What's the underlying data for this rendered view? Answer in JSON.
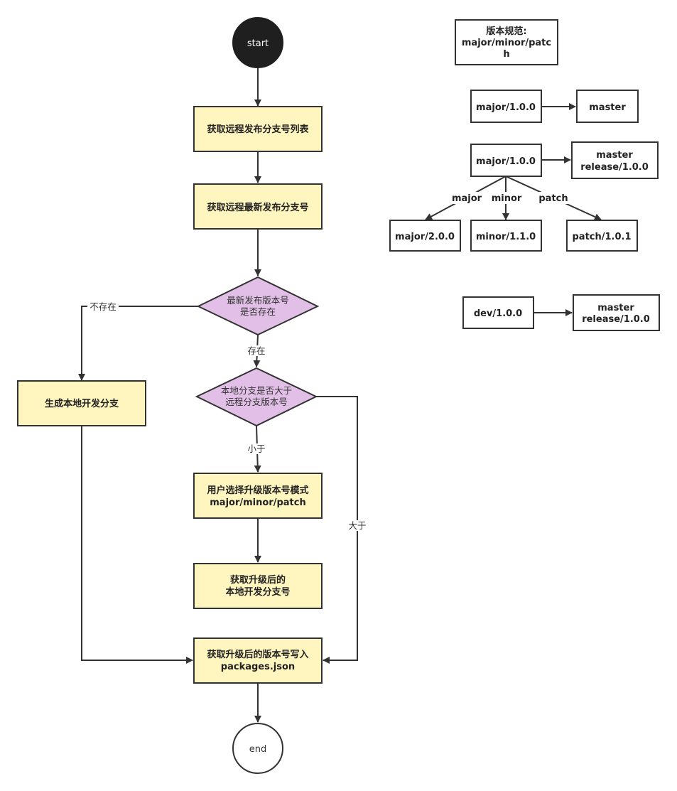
{
  "flow": {
    "start": "start",
    "end": "end",
    "steps": {
      "get_list": "获取远程发布分支号列表",
      "get_latest": "获取远程最新发布分支号",
      "gen_local": "生成本地开发分支",
      "user_choose_l1": "用户选择升级版本号模式",
      "user_choose_l2": "major/minor/patch",
      "get_upgraded_l1": "获取升级后的",
      "get_upgraded_l2": "本地开发分支号",
      "write_l1": "获取升级后的版本号写入",
      "write_l2": "packages.json"
    },
    "decisions": {
      "exists_l1": "最新发布版本号",
      "exists_l2": "是否存在",
      "compare_l1": "本地分支是否大于",
      "compare_l2": "远程分支版本号"
    },
    "edge_labels": {
      "not_exist": "不存在",
      "exist": "存在",
      "less": "小于",
      "greater": "大于"
    }
  },
  "legend": {
    "spec_l1": "版本规范:",
    "spec_l2": "major/minor/patc",
    "spec_l3": "h",
    "ex1_from": "major/1.0.0",
    "ex1_to": "master",
    "ex2_from": "major/1.0.0",
    "ex2_to_l1": "master",
    "ex2_to_l2": "release/1.0.0",
    "branch_major_label": "major",
    "branch_minor_label": "minor",
    "branch_patch_label": "patch",
    "branch_major": "major/2.0.0",
    "branch_minor": "minor/1.1.0",
    "branch_patch": "patch/1.0.1",
    "ex3_from": "dev/1.0.0",
    "ex3_to_l1": "master",
    "ex3_to_l2": "release/1.0.0"
  },
  "colors": {
    "process_fill": "#fff5bf",
    "decision_fill": "#e1bfe6",
    "start_fill": "#1f1f1f",
    "stroke": "#333333"
  }
}
